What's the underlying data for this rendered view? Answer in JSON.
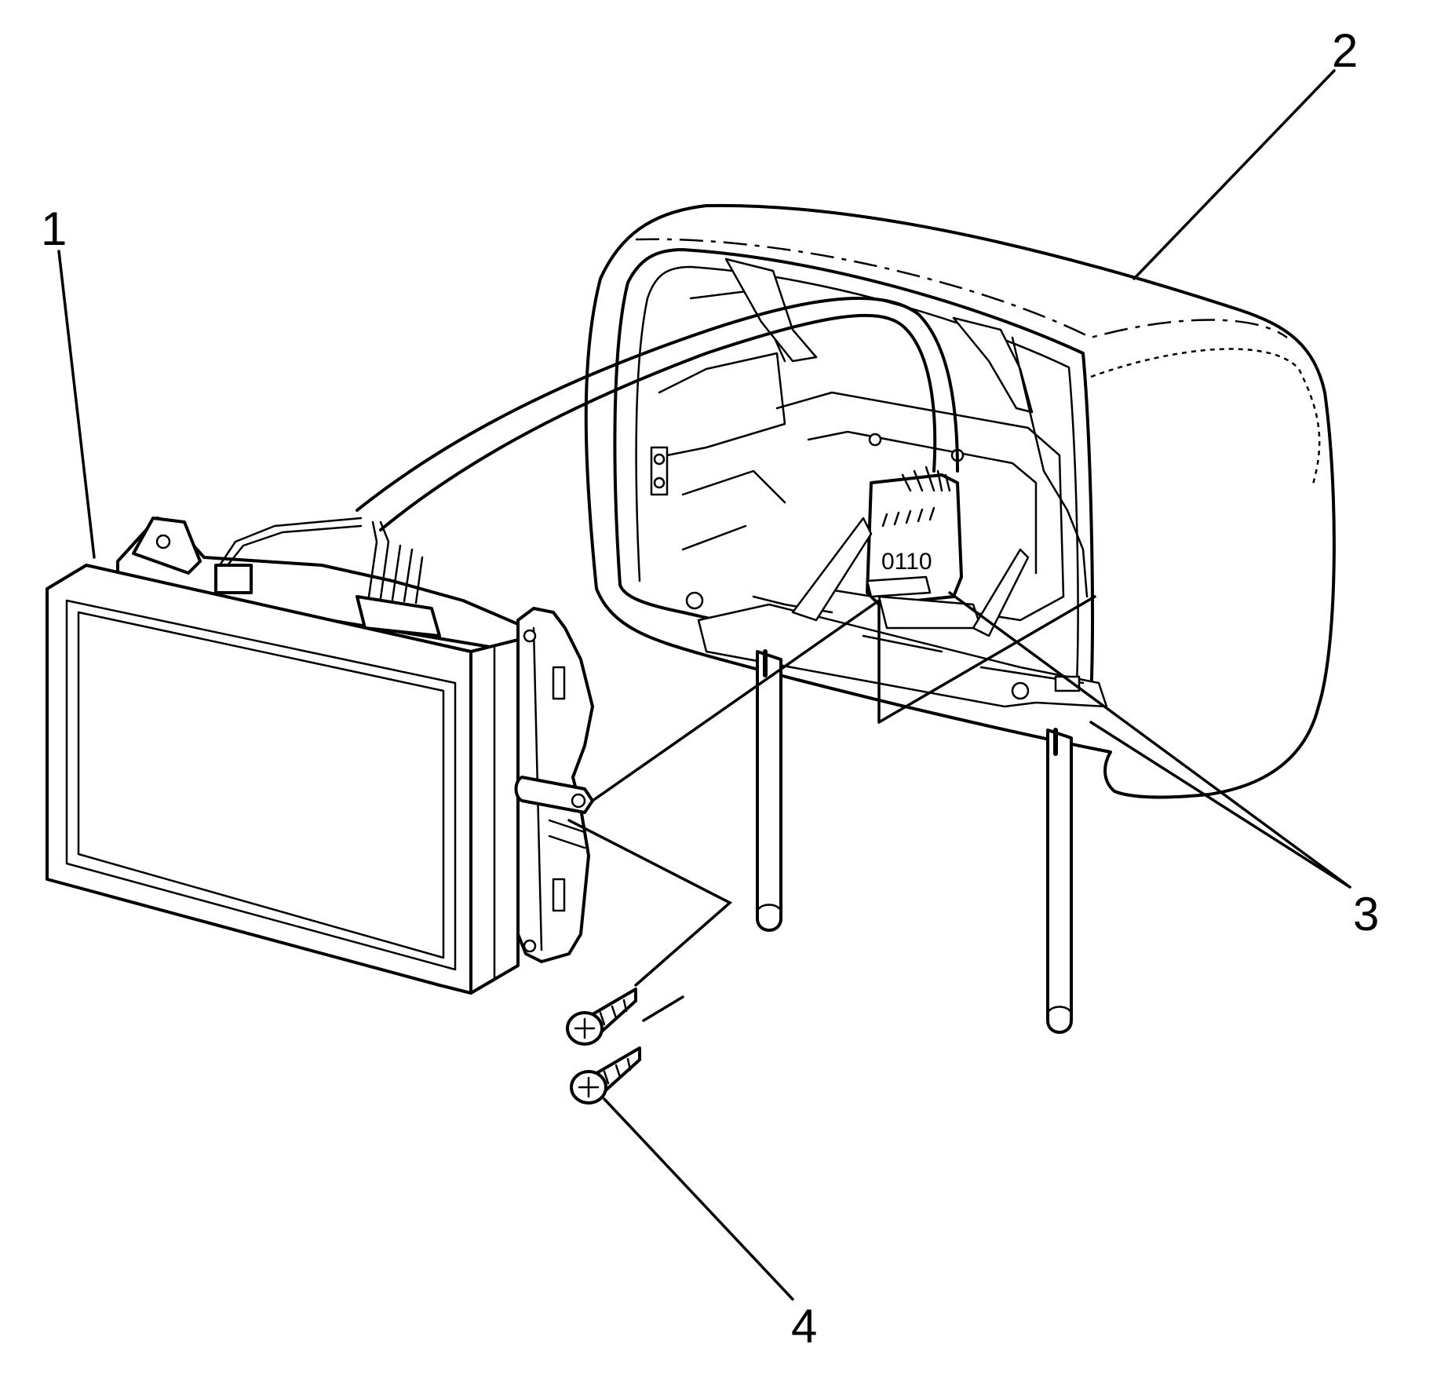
{
  "callouts": {
    "c1": "1",
    "c2": "2",
    "c3": "3",
    "c4": "4",
    "connector_text": "0110"
  }
}
